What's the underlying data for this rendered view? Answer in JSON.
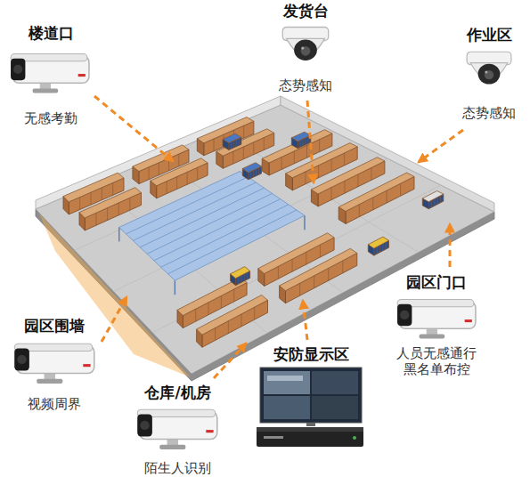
{
  "diagram": {
    "nodes": [
      {
        "text": [
          "楼道口",
          "无感考勤"
        ]
      },
      {
        "text": [
          "发货台",
          "态势感知"
        ]
      },
      {
        "text": [
          "作业区",
          "态势感知"
        ]
      },
      {
        "text": [
          "园区门口",
          "人员无感通行 黑名单布控"
        ]
      },
      {
        "text": [
          "园区围墙",
          "视频周界"
        ]
      },
      {
        "text": [
          "安防显示区"
        ]
      },
      {
        "text": [
          "仓库/机房",
          "陌生人识别"
        ]
      }
    ]
  }
}
